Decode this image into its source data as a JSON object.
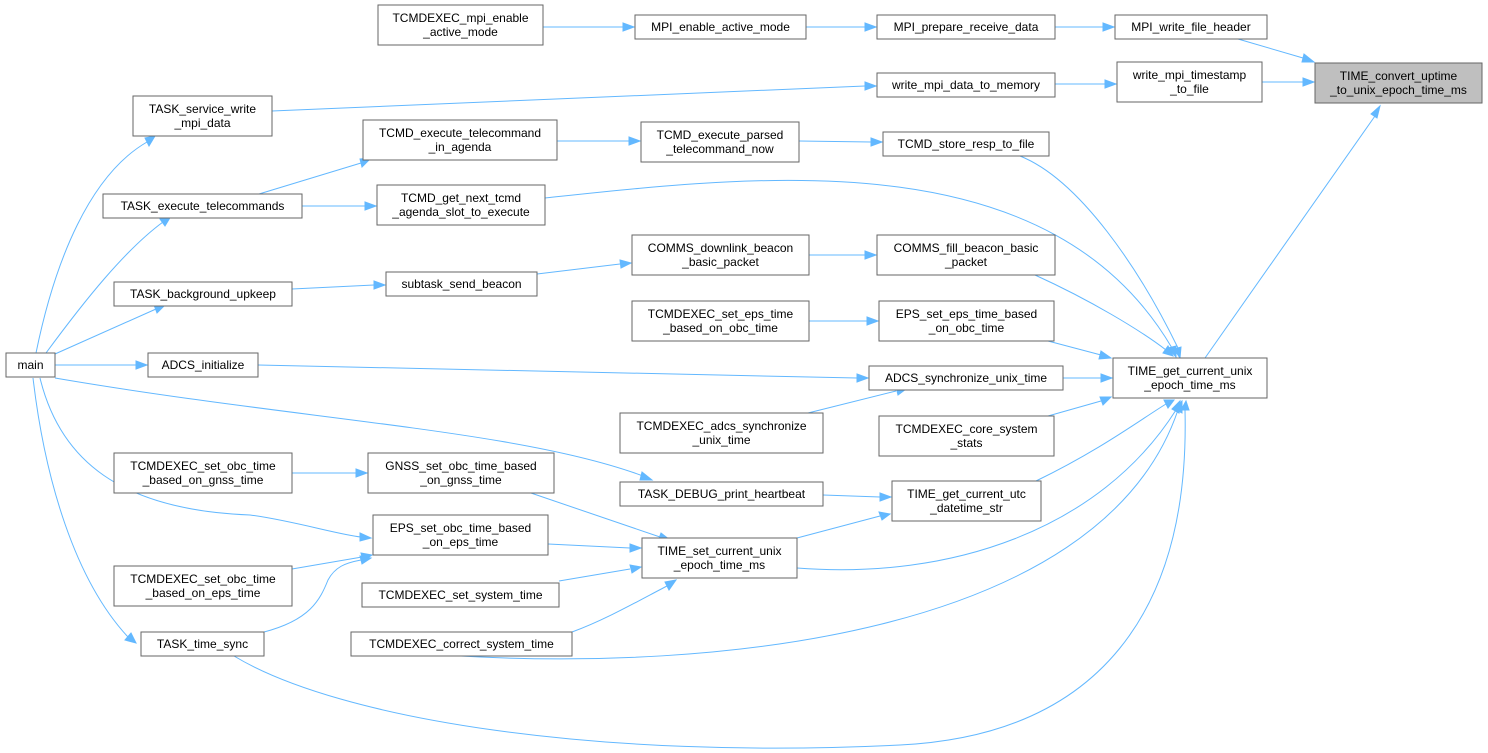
{
  "graph": {
    "nodes": {
      "root": [
        "TIME_convert_uptime",
        "_to_unix_epoch_time_ms"
      ],
      "get_unix": [
        "TIME_get_current_unix",
        "_epoch_time_ms"
      ],
      "mpi_hdr": [
        "MPI_write_file_header"
      ],
      "mpi_ts": [
        "write_mpi_timestamp",
        "_to_file"
      ],
      "mpi_prep": [
        "MPI_prepare_receive_data"
      ],
      "mpi_mem": [
        "write_mpi_data_to_memory"
      ],
      "mpi_act": [
        "MPI_enable_active_mode"
      ],
      "tc_mpi": [
        "TCMDEXEC_mpi_enable",
        "_active_mode"
      ],
      "task_mpi": [
        "TASK_service_write",
        "_mpi_data"
      ],
      "main": [
        "main"
      ],
      "store_resp": [
        "TCMD_store_resp_to_file"
      ],
      "exec_parsed": [
        "TCMD_execute_parsed",
        "_telecommand_now"
      ],
      "exec_agenda": [
        "TCMD_execute_telecommand",
        "_in_agenda"
      ],
      "task_exec": [
        "TASK_execute_telecommands"
      ],
      "next_tcmd": [
        "TCMD_get_next_tcmd",
        "_agenda_slot_to_execute"
      ],
      "fill_beacon": [
        "COMMS_fill_beacon_basic",
        "_packet"
      ],
      "dl_beacon": [
        "COMMS_downlink_beacon",
        "_basic_packet"
      ],
      "send_beacon": [
        "subtask_send_beacon"
      ],
      "bg_upkeep": [
        "TASK_background_upkeep"
      ],
      "eps_set": [
        "EPS_set_eps_time_based",
        "_on_obc_time"
      ],
      "tc_eps_set": [
        "TCMDEXEC_set_eps_time",
        "_based_on_obc_time"
      ],
      "adcs_sync": [
        "ADCS_synchronize_unix_time"
      ],
      "adcs_init": [
        "ADCS_initialize"
      ],
      "tc_adcs": [
        "TCMDEXEC_adcs_synchronize",
        "_unix_time"
      ],
      "tc_core": [
        "TCMDEXEC_core_system",
        "_stats"
      ],
      "utc_str": [
        "TIME_get_current_utc",
        "_datetime_str"
      ],
      "heartbeat": [
        "TASK_DEBUG_print_heartbeat"
      ],
      "gnss_set": [
        "GNSS_set_obc_time_based",
        "_on_gnss_time"
      ],
      "tc_gnss": [
        "TCMDEXEC_set_obc_time",
        "_based_on_gnss_time"
      ],
      "set_unix": [
        "TIME_set_current_unix",
        "_epoch_time_ms"
      ],
      "eps_obc": [
        "EPS_set_obc_time_based",
        "_on_eps_time"
      ],
      "tc_eps_obc": [
        "TCMDEXEC_set_obc_time",
        "_based_on_eps_time"
      ],
      "tc_sys": [
        "TCMDEXEC_set_system_time"
      ],
      "tc_correct": [
        "TCMDEXEC_correct_system_time"
      ],
      "time_sync": [
        "TASK_time_sync"
      ]
    },
    "colors": {
      "edge": "#63b8ff",
      "node_border": "#666666",
      "root_fill": "#bfbfbf",
      "node_fill": "#ffffff"
    }
  }
}
